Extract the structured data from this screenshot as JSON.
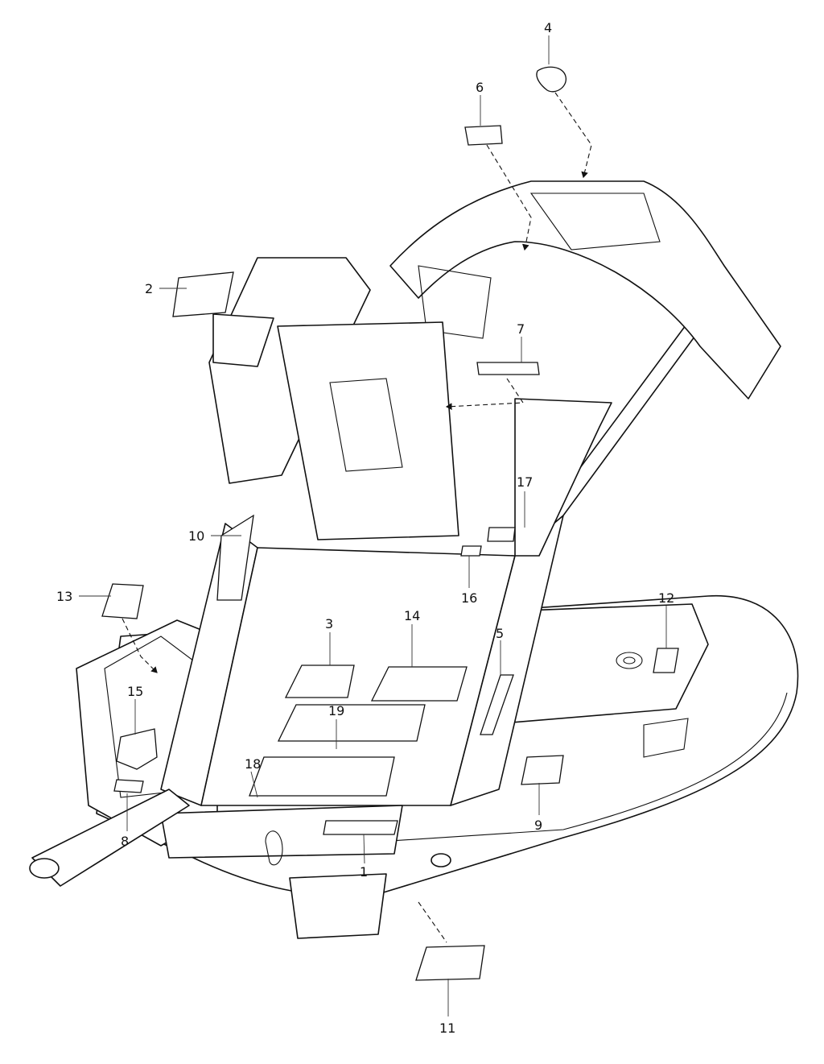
{
  "diagram": {
    "callouts": [
      {
        "id": "c1",
        "label": "1"
      },
      {
        "id": "c2",
        "label": "2"
      },
      {
        "id": "c3",
        "label": "3"
      },
      {
        "id": "c4",
        "label": "4"
      },
      {
        "id": "c5",
        "label": "5"
      },
      {
        "id": "c6",
        "label": "6"
      },
      {
        "id": "c7",
        "label": "7"
      },
      {
        "id": "c8",
        "label": "8"
      },
      {
        "id": "c9",
        "label": "9"
      },
      {
        "id": "c10",
        "label": "10"
      },
      {
        "id": "c11",
        "label": "11"
      },
      {
        "id": "c12",
        "label": "12"
      },
      {
        "id": "c13",
        "label": "13"
      },
      {
        "id": "c14",
        "label": "14"
      },
      {
        "id": "c15",
        "label": "15"
      },
      {
        "id": "c16",
        "label": "16"
      },
      {
        "id": "c17",
        "label": "17"
      },
      {
        "id": "c18",
        "label": "18"
      },
      {
        "id": "c19",
        "label": "19"
      }
    ]
  },
  "colors": {
    "line": "#111111",
    "background": "#ffffff"
  }
}
